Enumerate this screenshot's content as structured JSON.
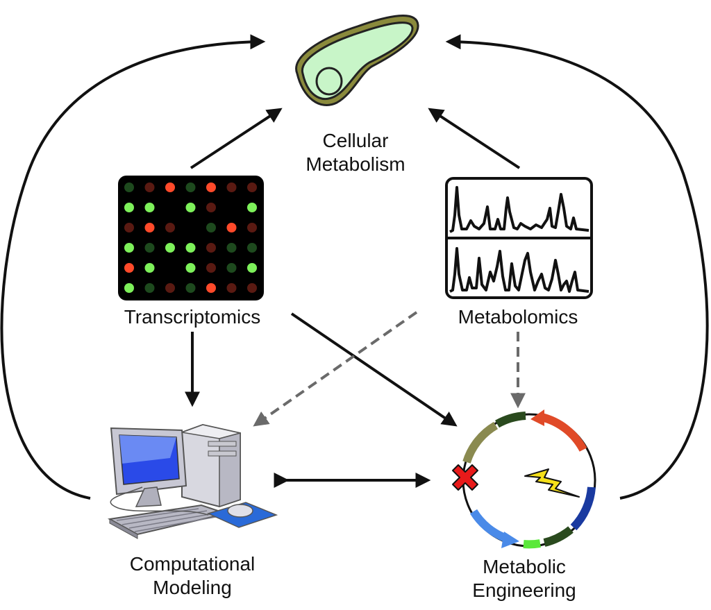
{
  "nodes": {
    "cellular_metabolism": {
      "line1": "Cellular",
      "line2": "Metabolism"
    },
    "transcriptomics": {
      "label": "Transcriptomics"
    },
    "metabolomics": {
      "label": "Metabolomics"
    },
    "computational_modeling": {
      "line1": "Computational",
      "line2": "Modeling"
    },
    "metabolic_engineering": {
      "line1": "Metabolic",
      "line2": "Engineering"
    }
  },
  "microarray_grid": [
    [
      "dg",
      "dr",
      "r",
      "dg",
      "r",
      "dr",
      "dr"
    ],
    [
      "g",
      "g",
      "k",
      "g",
      "dr",
      "k",
      "g"
    ],
    [
      "dr",
      "r",
      "dr",
      "k",
      "dg",
      "r",
      "dr"
    ],
    [
      "g",
      "dg",
      "g",
      "g",
      "dr",
      "dg",
      "dg"
    ],
    [
      "r",
      "g",
      "k",
      "g",
      "dr",
      "dg",
      "g"
    ],
    [
      "g",
      "dg",
      "dr",
      "dg",
      "r",
      "dr",
      "dr"
    ]
  ],
  "colors": {
    "dot_red": "#ff4a2a",
    "dot_dark_red": "#5a1a12",
    "dot_green": "#7df05a",
    "dot_dark_green": "#1e4a1e",
    "cell_fill": "#c8f5c8",
    "cell_outline": "#8a8a3c",
    "plasmid_red": "#e04a28",
    "plasmid_dark_green": "#2a4a1e",
    "plasmid_olive": "#8a8a50",
    "plasmid_blue_dark": "#1a3aa0",
    "plasmid_blue_light": "#4a8ae8",
    "plasmid_lime": "#5ae83a",
    "arrow_black": "#111111",
    "arrow_gray": "#6a6a6a",
    "bolt_yellow": "#f5e01a",
    "x_red": "#e81a1a"
  }
}
